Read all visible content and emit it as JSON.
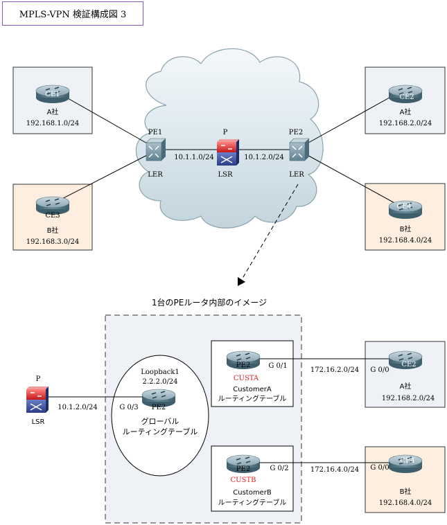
{
  "title": "MPLS-VPN 検証構成図 3",
  "top": {
    "ce1": {
      "name": "CE1",
      "label": "A社",
      "subnet": "192.168.1.0/24"
    },
    "ce3": {
      "name": "CE3",
      "label": "B社",
      "subnet": "192.168.3.0/24"
    },
    "ce2": {
      "name": "CE2",
      "label": "A社",
      "subnet": "192.168.2.0/24"
    },
    "ce4": {
      "name": "CE4",
      "label": "B社",
      "subnet": "192.168.4.0/24"
    },
    "pe1": {
      "name": "PE1",
      "role": "LER"
    },
    "p": {
      "name": "P",
      "role": "LSR"
    },
    "pe2": {
      "name": "PE2",
      "role": "LER"
    },
    "link_pe1_p": "10.1.1.0/24",
    "link_p_pe2": "10.1.2.0/24"
  },
  "caption": "1台のPEルータ内部のイメージ",
  "bottom": {
    "p": {
      "name": "P",
      "role": "LSR"
    },
    "link_p_pe2": "10.1.2.0/24",
    "global": {
      "loopback": "Loopback1",
      "loopback_ip": "2.2.2.0/24",
      "router": "PE2",
      "iface": "G 0/3",
      "line1": "グローバル",
      "line2": "ルーティングテーブル"
    },
    "custa": {
      "router": "PE2",
      "iface": "G 0/1",
      "vrf": "CUSTA",
      "line1": "CustomerA",
      "line2": "ルーティングテーブル",
      "link": "172.16.2.0/24"
    },
    "custb": {
      "router": "PE2",
      "iface": "G 0/2",
      "vrf": "CUSTB",
      "line1": "CustomerB",
      "line2": "ルーティングテーブル",
      "link": "172.16.4.0/24"
    },
    "ce2": {
      "name": "CE2",
      "iface": "G 0/0",
      "label": "A社",
      "subnet": "192.168.2.0/24"
    },
    "ce4": {
      "name": "CE4",
      "iface": "G 0/0",
      "label": "B社",
      "subnet": "192.168.4.0/24"
    }
  },
  "colors": {
    "customer_a_bg": "#eef2f7",
    "customer_b_bg": "#fdeee0",
    "vrf_text": "#e32020",
    "title_border": "#8a56b8",
    "cloud_fill": "#dfeaf0",
    "router_body": "#5d7f8f"
  }
}
